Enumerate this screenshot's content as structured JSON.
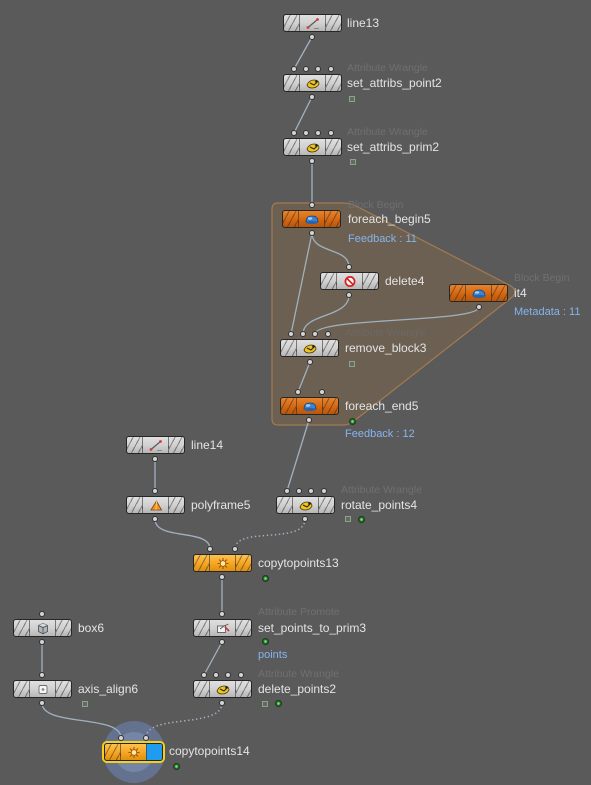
{
  "colors": {
    "background": "#5a5a5a",
    "node_default": "#cfcfcf",
    "node_block": "#d46710",
    "node_copy": "#f5a521",
    "label": "#e4e4e4",
    "type_label": "#707070",
    "info_text": "#86b4ee",
    "wire": "#a1b0c0",
    "network_box_fill": "#6b6052",
    "network_box_border": "#a47a4f",
    "selection_outline": "#f6d11c",
    "display_flag": "#1f9bf0",
    "current_node_halo": "#6d87bd"
  },
  "nodes": {
    "line13": {
      "name": "line13",
      "icon": "line-icon"
    },
    "set_attribs_point2": {
      "name": "set_attribs_point2",
      "type": "Attribute Wrangle",
      "icon": "wrangle-icon"
    },
    "set_attribs_prim2": {
      "name": "set_attribs_prim2",
      "type": "Attribute Wrangle",
      "icon": "wrangle-icon"
    },
    "foreach_begin5": {
      "name": "foreach_begin5",
      "type": "Block Begin",
      "info": "Feedback : 11",
      "icon": "block-begin-icon"
    },
    "delete4": {
      "name": "delete4",
      "icon": "delete-icon"
    },
    "it4": {
      "name": "it4",
      "type": "Block Begin",
      "info": "Metadata : 11",
      "icon": "block-begin-icon"
    },
    "remove_block3": {
      "name": "remove_block3",
      "type": "Attribute Wrangle",
      "icon": "wrangle-icon"
    },
    "foreach_end5": {
      "name": "foreach_end5",
      "info": "Feedback : 12",
      "icon": "block-end-icon"
    },
    "line14": {
      "name": "line14",
      "icon": "line-icon"
    },
    "polyframe5": {
      "name": "polyframe5",
      "icon": "polyframe-icon"
    },
    "rotate_points4": {
      "name": "rotate_points4",
      "type": "Attribute Wrangle",
      "icon": "wrangle-icon"
    },
    "copytopoints13": {
      "name": "copytopoints13",
      "icon": "copy-to-points-icon"
    },
    "box6": {
      "name": "box6",
      "icon": "box-icon"
    },
    "set_points_to_prim3": {
      "name": "set_points_to_prim3",
      "type": "Attribute Promote",
      "info": "points",
      "icon": "attribute-promote-icon"
    },
    "axis_align6": {
      "name": "axis_align6",
      "icon": "axis-align-icon"
    },
    "delete_points2": {
      "name": "delete_points2",
      "type": "Attribute Wrangle",
      "icon": "wrangle-icon"
    },
    "copytopoints14": {
      "name": "copytopoints14",
      "icon": "copy-to-points-icon",
      "selected": true,
      "display_flag": true
    }
  }
}
